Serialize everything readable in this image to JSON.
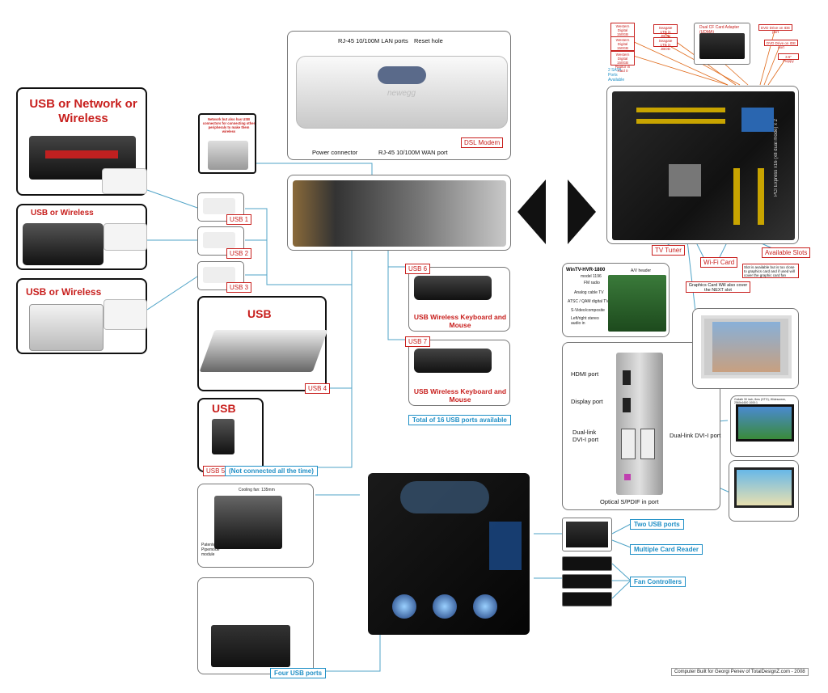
{
  "printers": {
    "p1": "USB or Network or Wireless",
    "p2": "USB or Wireless",
    "p3": "USB or Wireless"
  },
  "usb_tags": [
    "USB 1",
    "USB 2",
    "USB 3",
    "USB 4",
    "USB 5",
    "USB 6",
    "USB 7"
  ],
  "usb5_note": "(Not connected all the time)",
  "scanner_title": "USB",
  "media_title": "USB",
  "network_hub_text": "Network but also has USB connectors for connecting other peripherals to make them wireless",
  "router": {
    "lan_label": "RJ-45 10/100M LAN ports",
    "reset_label": "Reset hole",
    "power_label": "Power connector",
    "wan_label": "RJ-45 10/100M WAN port",
    "modem_tag": "DSL Modem",
    "brand": "newegg"
  },
  "keyboards": {
    "k1": "USB Wireless Keyboard and Mouse",
    "k2": "USB Wireless Keyboard and Mouse",
    "total": "Total of 16 USB ports available"
  },
  "motherboard": {
    "top_tags": [
      "Western Digital 150GB Raptor in Raid 0",
      "Western Digital 150GB Raptor in Raid 0",
      "Western Digital 150GB Raptor in Raid 0",
      "Seagate 1TB in JBOD",
      "Seagate 1TB in JBOD",
      "DVD Drive on IDE port",
      "DVD Drive on IDE port",
      "3.5\" Floppy"
    ],
    "card_adapter": "Dual CF Card Adapter (UDMA)",
    "ports_note": "2 SATA Ports Available",
    "board_text": "PCI Express x16 (x8 dual mode) x 2",
    "tv_tuner": "TV Tuner",
    "wifi_card": "Wi-Fi Card",
    "available_slots": "Available Slots",
    "slot_note": "Slot is available but is too close to graphics card and if used will cover the graphic card fan",
    "graphics_note": "Graphics Card Will also cover the NEXT slot"
  },
  "tv_card": {
    "title": "WinTV-HVR-1800",
    "model": "model 1196",
    "labels": [
      "FM radio",
      "Analog cable TV",
      "ATSC / QAM digital TV",
      "S-Video/composite",
      "Left/right stereo audio in"
    ],
    "av_header": "A/V header"
  },
  "gpu": {
    "hdmi": "HDMI port",
    "display": "Display port",
    "dvi_left": "Dual-link DVI-I port",
    "dvi_right": "Dual-link DVI-I port",
    "spdif": "Optical S/PDIF in port"
  },
  "monitor_caption": "Goliath 30 inch, 8ms (GTG), Widescreen, 2560x1600 1000:1",
  "case_labels": {
    "two_usb": "Two USB ports",
    "card_reader": "Multiple Card Reader",
    "fan_controllers": "Fan Controllers",
    "four_usb": "Four USB ports"
  },
  "psu_labels": {
    "fan": "Cooling fan: 135mm",
    "patented": "Patented Pipemode module"
  },
  "footer": "Computer Built for Georgi Penev of TotalDesignZ.com - 2008",
  "colors": {
    "accent_red": "#c8201e",
    "accent_blue": "#1f8fc6",
    "line": "#4fa3c7"
  }
}
